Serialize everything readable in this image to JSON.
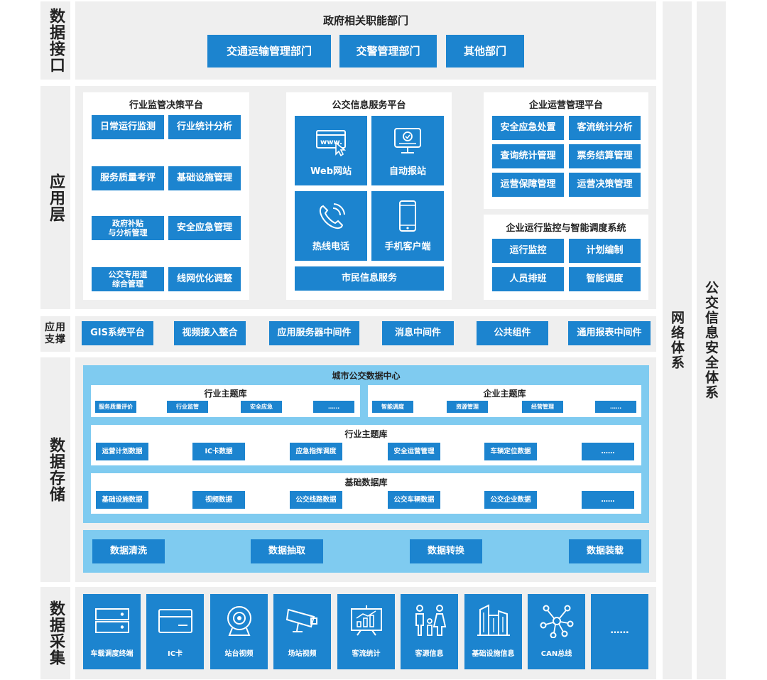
{
  "sides": {
    "data_interface": "数据接口",
    "app_layer": "应用层",
    "app_support": "应用支撑",
    "data_storage": "数据存储",
    "data_collect": "数据采集",
    "network": "网络体系",
    "security": "公交信息安全体系"
  },
  "gov": {
    "title": "政府相关职能部门",
    "items": [
      "交通运输管理部门",
      "交警管理部门",
      "其他部门"
    ]
  },
  "industry_platform": {
    "title": "行业监管决策平台",
    "items": [
      "日常运行监测",
      "行业统计分析",
      "服务质量考评",
      "基础设施管理",
      "政府补贴\n与分析管理",
      "安全应急管理",
      "公交专用道\n综合管理",
      "线网优化调整"
    ]
  },
  "bus_info_platform": {
    "title": "公交信息服务平台",
    "tiles": [
      {
        "label": "Web网站",
        "icon": "web-browser-icon",
        "icon_text": "www."
      },
      {
        "label": "自动报站",
        "icon": "monitor-icon"
      },
      {
        "label": "热线电话",
        "icon": "phone-icon"
      },
      {
        "label": "手机客户端",
        "icon": "mobile-icon"
      }
    ],
    "footer": "市民信息服务"
  },
  "enterprise_platform": {
    "title": "企业运营管理平台",
    "items": [
      "安全应急处置",
      "客流统计分析",
      "查询统计管理",
      "票务结算管理",
      "运营保障管理",
      "运营决策管理"
    ]
  },
  "dispatch_system": {
    "title": "企业运行监控与智能调度系统",
    "items": [
      "运行监控",
      "计划编制",
      "人员排班",
      "智能调度"
    ]
  },
  "support": {
    "items": [
      "GIS系统平台",
      "视频接入整合",
      "应用服务器中间件",
      "消息中间件",
      "公共组件",
      "通用报表中间件"
    ]
  },
  "datacenter": {
    "title": "城市公交数据中心",
    "industry_theme": {
      "title": "行业主题库",
      "items": [
        "服务质量评价",
        "行业监管",
        "安全应急",
        "……"
      ]
    },
    "enterprise_theme": {
      "title": "企业主题库",
      "items": [
        "智能调度",
        "资源管理",
        "经营管理",
        "……"
      ]
    },
    "industry_theme2": {
      "title": "行业主题库",
      "items": [
        "运营计划数据",
        "IC卡数据",
        "应急指挥调度",
        "安全运营管理",
        "车辆定位数据",
        "……"
      ]
    },
    "base_db": {
      "title": "基础数据库",
      "items": [
        "基础设施数据",
        "视频数据",
        "公交线路数据",
        "公交车辆数据",
        "公交企业数据",
        "……"
      ]
    }
  },
  "etl": {
    "items": [
      "数据清洗",
      "数据抽取",
      "数据转换",
      "数据装载"
    ]
  },
  "collect": {
    "items": [
      {
        "label": "车载调度终端",
        "icon": "server-icon"
      },
      {
        "label": "IC卡",
        "icon": "card-icon"
      },
      {
        "label": "站台视频",
        "icon": "webcam-icon"
      },
      {
        "label": "场站视频",
        "icon": "cctv-camera-icon"
      },
      {
        "label": "客流统计",
        "icon": "chart-board-icon"
      },
      {
        "label": "客源信息",
        "icon": "people-icon"
      },
      {
        "label": "基础设施信息",
        "icon": "buildings-icon"
      },
      {
        "label": "CAN总线",
        "icon": "network-nodes-icon"
      },
      {
        "label": "",
        "icon": "",
        "center_text": "……"
      }
    ]
  }
}
